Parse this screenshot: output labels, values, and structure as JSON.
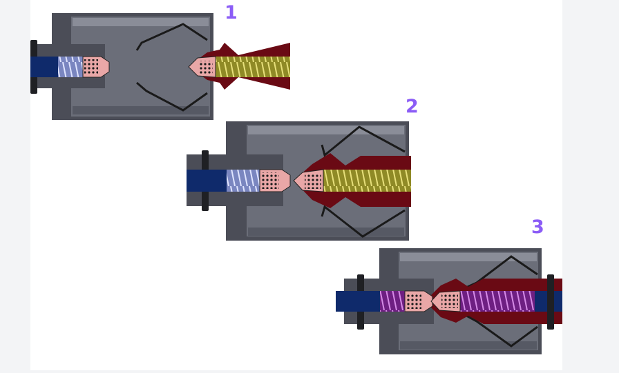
{
  "steps": [
    {
      "number": "1",
      "state": "disconnected"
    },
    {
      "number": "2",
      "state": "engaging"
    },
    {
      "number": "3",
      "state": "connected"
    }
  ],
  "colors": {
    "background": "#f3f4f6",
    "panel": "#ffffff",
    "housing": "#4b4d57",
    "housing_inner": "#6b6e79",
    "housing_light": "#8a8d98",
    "nut": "#1f2024",
    "rod": "#0f2a6b",
    "spring_left": "#9aa7d6",
    "spring_right": "#c9c14a",
    "spring_joined": "#8a3a9a",
    "socket": "#6a0a14",
    "contact": "#e9a7a7",
    "step_number": "#8b5cf6"
  }
}
